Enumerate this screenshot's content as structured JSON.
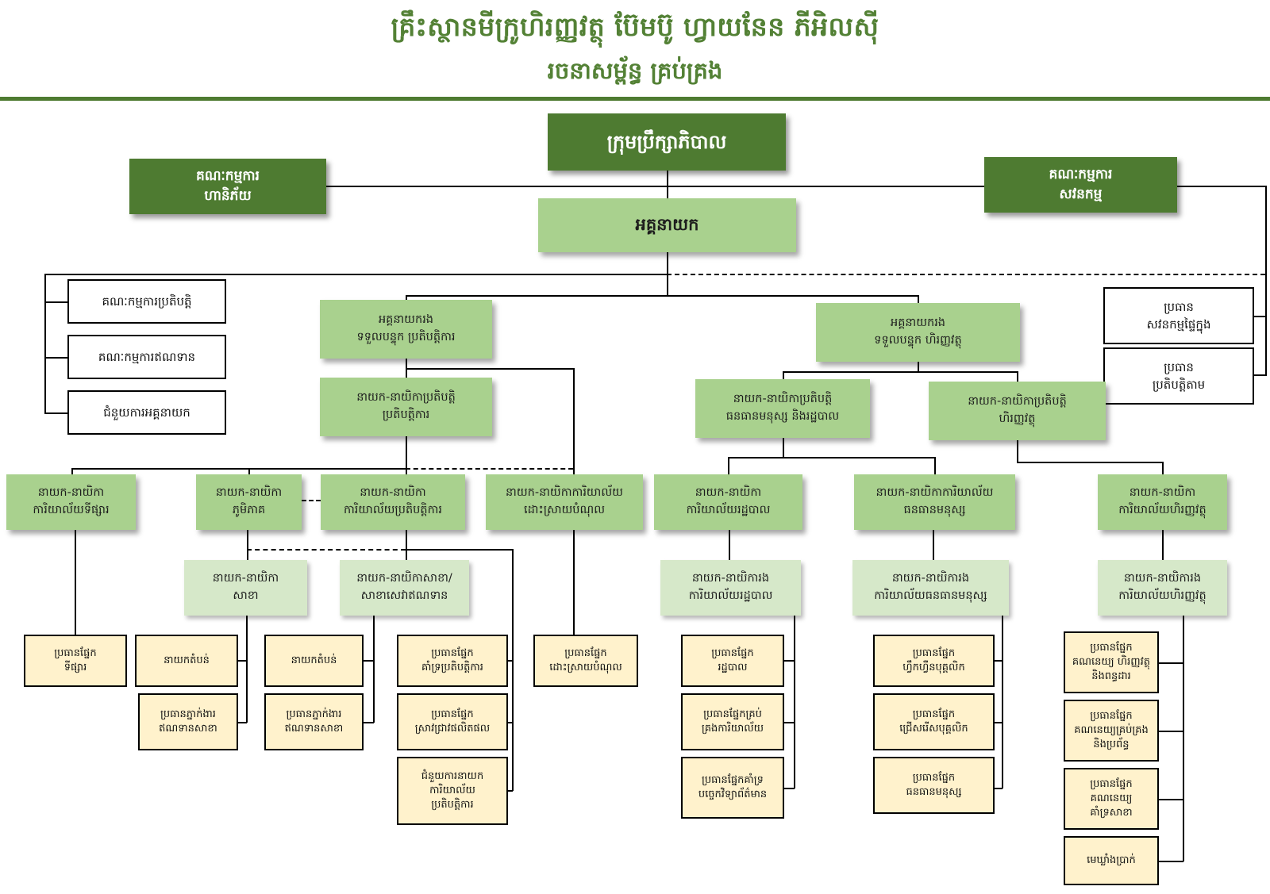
{
  "title": {
    "company_prefix": "គ្រឹះស្ថានមីក្រូហិរញ្ញវត្ថុ",
    "company_name": "ប៊ែមប៊ូ ហ្វាយនែន ភីអិលស៊ី",
    "subtitle": "រចនាសម្ព័ន្ធ គ្រប់គ្រង"
  },
  "colors": {
    "accent_dark_green": "#4e7b31",
    "accent_medium_green": "#a9d18e",
    "accent_pale_green": "#d6e8c9",
    "box_yellow": "#fff2cc",
    "title_green": "#538135",
    "connector_black": "#000000"
  },
  "nodes": {
    "board": "ក្រុមប្រឹក្សាភិបាល",
    "risk_committee": "គណៈកម្មការ\nហានិភ័យ",
    "audit_committee": "គណៈកម្មការ\nសវនកម្ម",
    "director_general": "អគ្គនាយក",
    "exec_committee": "គណៈកម្មការប្រតិបត្តិ",
    "credit_committee": "គណៈកម្មការឥណទាន",
    "dg_assistant": "ជំនួយការអគ្គនាយក",
    "head_internal_audit": "ប្រធាន\nសវនកម្មផ្ទៃក្នុង",
    "head_compliance": "ប្រធាន\nប្រតិបត្តិតាម",
    "ddg_operations": "អគ្គនាយករង\nទទួលបន្ទុក ប្រតិបត្តិការ",
    "ddg_finance": "អគ្គនាយករង\nទទួលបន្ទុក ហិរញ្ញវត្ថុ",
    "ed_operations": "នាយក-នាយិកាប្រតិបត្តិ\nប្រតិបត្តិការ",
    "ed_hr_admin": "នាយក-នាយិកាប្រតិបត្តិ\nធនធានមនុស្ស និងរដ្ឋបាល",
    "ed_finance": "នាយក-នាយិកាប្រតិបត្តិ\nហិរញ្ញវត្ថុ",
    "dir_marketing_office": "នាយក-នាយិកា\nការិយាល័យទីផ្សារ",
    "dir_regional": "នាយក-នាយិកា\nភូមិភាគ",
    "dir_operations_office": "នាយក-នាយិកា\nការិយាល័យប្រតិបត្តិការ",
    "dir_debt_office": "នាយក-នាយិកាការិយាល័យ\nដោះស្រាយបំណុល",
    "dir_admin_office": "នាយក-នាយិកា\nការិយាល័យរដ្ឋបាល",
    "dir_hr_office": "នាយក-នាយិកាការិយាល័យ\nធនធានមនុស្ស",
    "dir_finance_office": "នាយក-នាយិកា\nការិយាល័យហិរញ្ញវត្ថុ",
    "dir_branch": "នាយក-នាយិកា\nសាខា",
    "dir_branch_credit": "នាយក-នាយិកាសាខា/\nសាខាសេវាឥណទាន",
    "ddir_admin_office": "នាយក-នាយិការង\nការិយាល័យរដ្ឋបាល",
    "ddir_hr_office": "នាយក-នាយិការង\nការិយាល័យធនធានមនុស្ស",
    "ddir_finance_office": "នាយក-នាយិការង\nការិយាល័យហិរញ្ញវត្ថុ",
    "head_marketing": "ប្រធានផ្នែក\nទីផ្សារ",
    "zone_director_1": "នាយកតំបន់",
    "head_branch_credit_agent_1": "ប្រធានភ្នាក់ងារ\nឥណទានសាខា",
    "zone_director_2": "នាយកតំបន់",
    "head_branch_credit_agent_2": "ប្រធានភ្នាក់ងារ\nឥណទានសាខា",
    "head_ops_support": "ប្រធានផ្នែក\nគាំទ្រប្រតិបត្តិការ",
    "head_product_research": "ប្រធានផ្នែក\nស្រាវជ្រាវផលិតផល",
    "assistant_dir_ops_office": "ជំនួយការនាយក\nការិយាល័យ\nប្រតិបត្តិការ",
    "head_debt_resolution": "ប្រធានផ្នែក\nដោះស្រាយបំណុល",
    "head_admin": "ប្រធានផ្នែក\nរដ្ឋបាល",
    "head_office_management": "ប្រធានផ្នែកគ្រប់\nគ្រងការិយាល័យ",
    "head_it_support": "ប្រធានផ្នែកគាំទ្រ\nបច្ចេកវិទ្យាព័ត៌មាន",
    "head_staff_training": "ប្រធានផ្នែក\nហ្វឹកហ្វឺនបុគ្គលិក",
    "head_staff_recruitment": "ប្រធានផ្នែក\nជ្រើសរើសបុគ្គលិក",
    "head_hr": "ប្រធានផ្នែក\nធនធានមនុស្ស",
    "head_acc_fin_tax": "ប្រធានផ្នែក\nគណនេយ្យ ហិរញ្ញវត្ថុ\nនិងពន្ធដារ",
    "head_acc_mgmt_systems": "ប្រធានផ្នែក\nគណនេយ្យគ្រប់គ្រង\nនិងប្រព័ន្ធ",
    "head_acc_branch_support": "ប្រធានផ្នែក\nគណនេយ្យ\nគាំទ្រសាខា",
    "head_cashier": "មេឃ្លាំងប្រាក់"
  }
}
